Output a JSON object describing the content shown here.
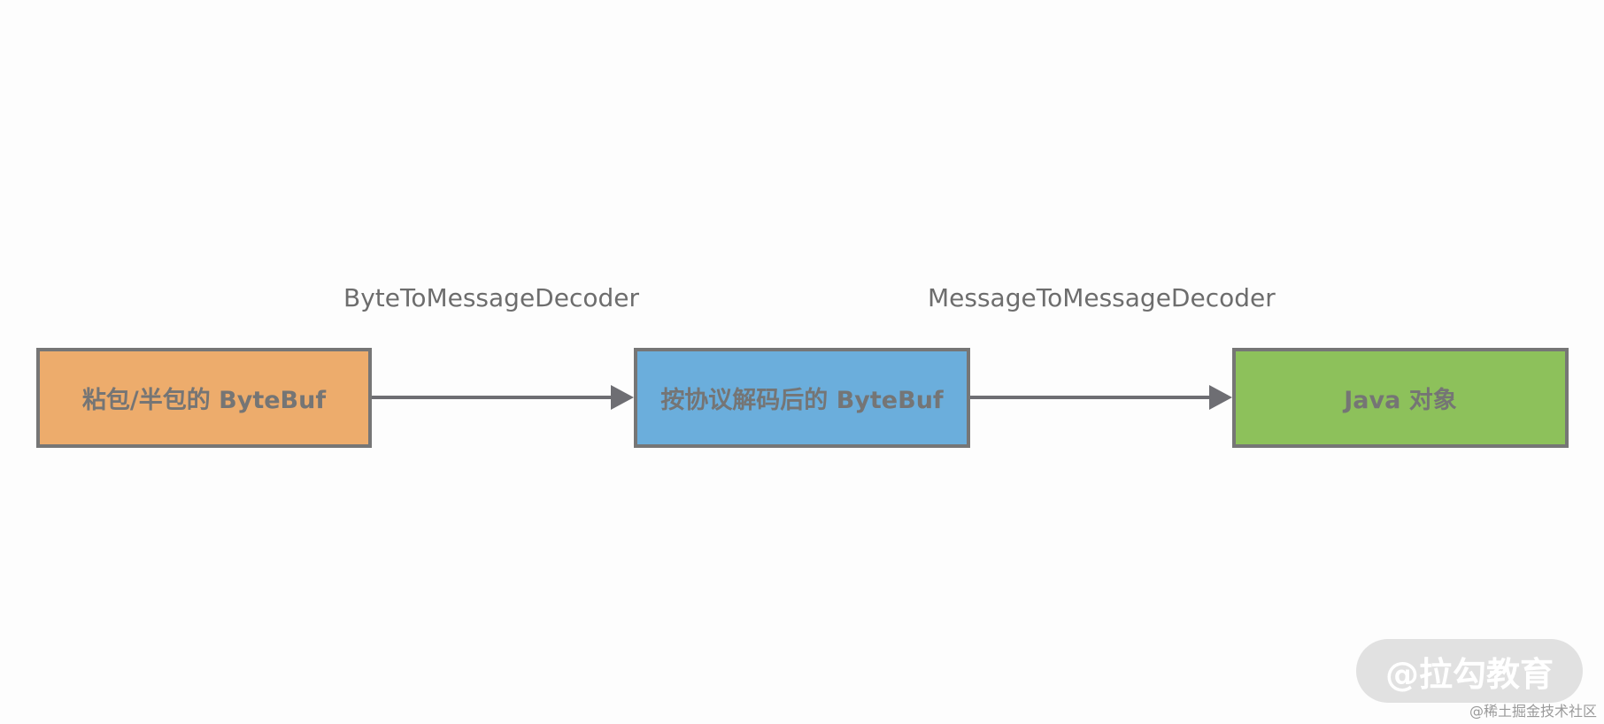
{
  "diagram": {
    "nodes": [
      {
        "id": "n1",
        "label": "粘包/半包的 ByteBuf",
        "color": "#EDAC6C"
      },
      {
        "id": "n2",
        "label": "按协议解码后的 ByteBuf",
        "color": "#6BAEDC"
      },
      {
        "id": "n3",
        "label": "Java 对象",
        "color": "#8DC15B"
      }
    ],
    "edges": [
      {
        "from": "n1",
        "to": "n2",
        "label": "ByteToMessageDecoder"
      },
      {
        "from": "n2",
        "to": "n3",
        "label": "MessageToMessageDecoder"
      }
    ],
    "edge_color": "#6E6E73"
  },
  "watermark": {
    "brand": "@拉勾教育",
    "site": "@稀土掘金技术社区"
  }
}
